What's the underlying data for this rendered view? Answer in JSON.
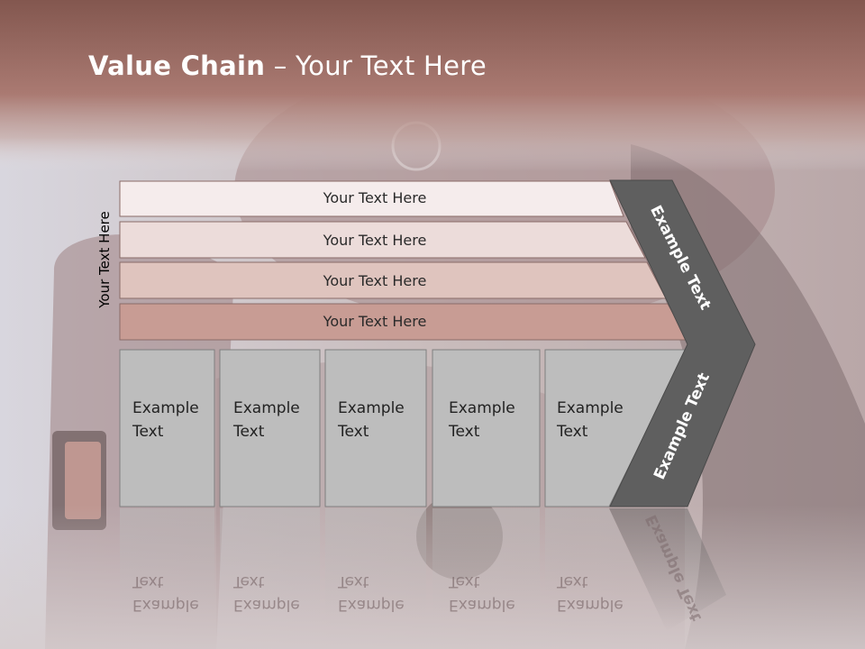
{
  "slide": {
    "title_bold": "Value Chain",
    "title_rest": " – Your Text Here",
    "side_label": "Your Text Here"
  },
  "rows": [
    {
      "label": "Your Text Here",
      "fill": "#f5ecec"
    },
    {
      "label": "Your Text Here",
      "fill": "#ecdcda"
    },
    {
      "label": "Your Text Here",
      "fill": "#dfc4be"
    },
    {
      "label": "Your Text Here",
      "fill": "#c89c94"
    }
  ],
  "cells": [
    {
      "line1": "Example",
      "line2": "Text"
    },
    {
      "line1": "Example",
      "line2": "Text"
    },
    {
      "line1": "Example",
      "line2": "Text"
    },
    {
      "line1": "Example",
      "line2": "Text"
    },
    {
      "line1": "Example",
      "line2": "Text"
    }
  ],
  "chevron": {
    "upper_label": "Example Text",
    "lower_label": "Example Text"
  },
  "colors": {
    "header_band": "#8c5c55",
    "cell_fill": "#bdbdbd",
    "chevron_fill": "#5f5f5f"
  }
}
